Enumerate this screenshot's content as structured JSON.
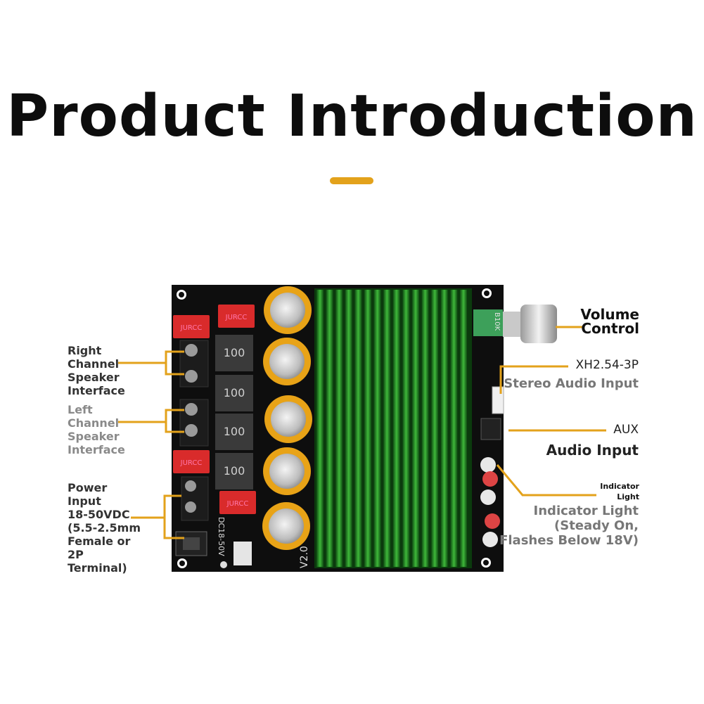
{
  "header": {
    "title": "Product Introduction",
    "accent_color": "#e3a21b"
  },
  "board": {
    "silkscreen_dc": "DC18-50V",
    "silkscreen_version": "V2.0",
    "potentiometer_marking": "B10K",
    "inductor_marking": "100",
    "terminal_marking": "JURCC"
  },
  "callouts": {
    "right_channel": "Right\nChannel\nSpeaker\nInterface",
    "left_channel": "Left\nChannel\nSpeaker\nInterface",
    "power_input": "Power\nInput\n18-50VDC\n(5.5-2.5mm\nFemale or\n2P\nTerminal)",
    "volume_control": "Volume\nControl",
    "xh_connector": "XH2.54-3P",
    "stereo_input": "Stereo Audio Input",
    "aux": "AUX",
    "aux_audio_input": "Audio Input",
    "indicator_small": "Indicator\nLight",
    "indicator_desc": "Indicator Light\n(Steady On,\nFlashes Below 18V)"
  },
  "colors": {
    "leader_line": "#e3a21b",
    "heatsink": "#1f8a1f",
    "pcb": "#0e0e0e",
    "terminal_red": "#d92b2b",
    "capacitor_sleeve": "#e8a317"
  }
}
